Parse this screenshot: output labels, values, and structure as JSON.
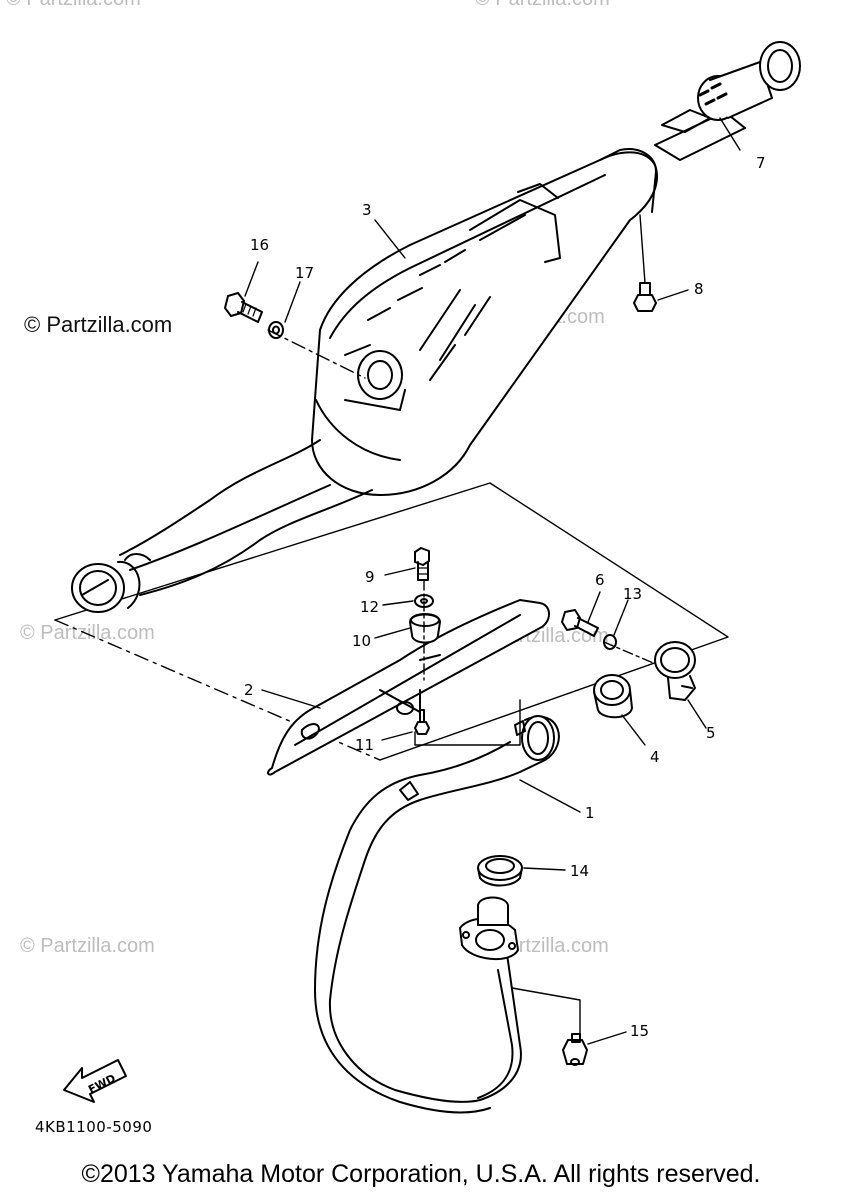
{
  "watermarks": {
    "top_left": "© Partzilla.com",
    "top_right": "© Partzilla.com",
    "left_dark": "© Partzilla.com",
    "muffler": "© Partzilla.com",
    "mid_left": "© Partzilla.com",
    "mid_right": "© Partzilla.com",
    "low_left": "© Partzilla.com",
    "low_right": "© Partzilla.com"
  },
  "callouts": {
    "p1": "1",
    "p2": "2",
    "p3": "3",
    "p4": "4",
    "p5": "5",
    "p6": "6",
    "p7": "7",
    "p8": "8",
    "p9": "9",
    "p10": "10",
    "p11": "11",
    "p12": "12",
    "p13": "13",
    "p14": "14",
    "p15": "15",
    "p16": "16",
    "p17": "17"
  },
  "fwd_label": "FWD",
  "diagram_code": "4KB1100-5090",
  "copyright": "©2013  Yamaha Motor Corporation, U.S.A. All rights reserved."
}
